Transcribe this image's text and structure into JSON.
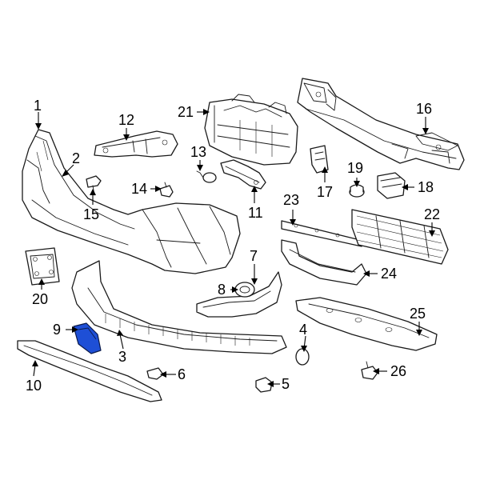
{
  "callouts": [
    {
      "id": "1",
      "label": "1"
    },
    {
      "id": "2",
      "label": "2"
    },
    {
      "id": "3",
      "label": "3"
    },
    {
      "id": "4",
      "label": "4"
    },
    {
      "id": "5",
      "label": "5"
    },
    {
      "id": "6",
      "label": "6"
    },
    {
      "id": "7",
      "label": "7"
    },
    {
      "id": "8",
      "label": "8"
    },
    {
      "id": "9",
      "label": "9"
    },
    {
      "id": "10",
      "label": "10"
    },
    {
      "id": "11",
      "label": "11"
    },
    {
      "id": "12",
      "label": "12"
    },
    {
      "id": "13",
      "label": "13"
    },
    {
      "id": "14",
      "label": "14"
    },
    {
      "id": "15",
      "label": "15"
    },
    {
      "id": "16",
      "label": "16"
    },
    {
      "id": "17",
      "label": "17"
    },
    {
      "id": "18",
      "label": "18"
    },
    {
      "id": "19",
      "label": "19"
    },
    {
      "id": "20",
      "label": "20"
    },
    {
      "id": "21",
      "label": "21"
    },
    {
      "id": "22",
      "label": "22"
    },
    {
      "id": "23",
      "label": "23"
    },
    {
      "id": "24",
      "label": "24"
    },
    {
      "id": "25",
      "label": "25"
    },
    {
      "id": "26",
      "label": "26"
    }
  ],
  "highlighted_part": "9",
  "colors": {
    "highlight": "#1e4fd6",
    "line": "#1a1a1a",
    "background": "#ffffff"
  }
}
